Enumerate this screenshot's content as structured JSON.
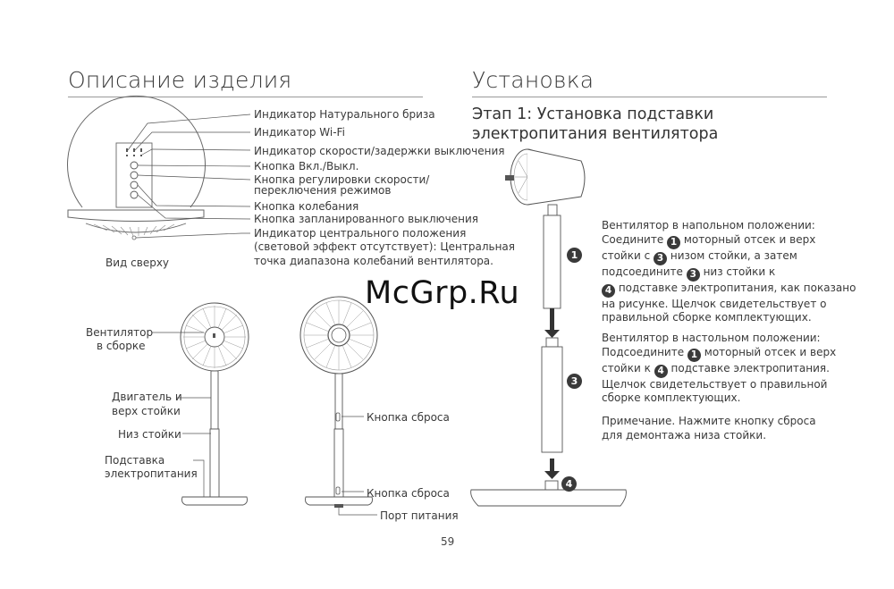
{
  "left": {
    "title": "Описание изделия",
    "top_view_caption": "Вид сверху",
    "top_labels": [
      "Индикатор Натурального бриза",
      "Индикатор Wi-Fi",
      "Индикатор скорости/задержки выключения",
      "Кнопка Вкл./Выкл.",
      "Кнопка регулировки скорости/",
      "переключения режимов",
      "Кнопка колебания",
      "Кнопка запланированного выключения",
      "Индикатор центрального положения",
      "(световой эффект отсутствует): Центральная",
      "точка диапазона колебаний вентилятора."
    ],
    "front_labels": [
      "Вентилятор",
      "в сборке",
      "Двигатель и",
      "верх стойки",
      "Низ стойки",
      "Подставка",
      "электропитания"
    ],
    "back_labels": {
      "reset_upper": "Кнопка сброса",
      "reset_lower": "Кнопка сброса",
      "power_port": "Порт питания"
    }
  },
  "right": {
    "title": "Установка",
    "step_title": "Этап 1: Установка подставки электропитания вентилятора",
    "callouts": {
      "n1": "1",
      "n3": "3",
      "n4": "4"
    },
    "floor": {
      "l1": "Вентилятор в напольном положении:",
      "l2a": "Соедините",
      "n1": "1",
      "l2b": "моторный отсек и верх",
      "l3a": "стойки с",
      "n3": "3",
      "l3b": "низом стойки, а затем",
      "l4a": "подсоедините",
      "n3b": "3",
      "l4b": "низ стойки к",
      "n4": "4",
      "l5b": "подставке электропитания, как показано",
      "l6": "на рисунке. Щелчок свидетельствует о",
      "l7": "правильной сборке комплектующих."
    },
    "table": {
      "l1": "Вентилятор в настольном положении:",
      "l2a": "Подсоедините",
      "n1": "1",
      "l2b": "моторный отсек и верх",
      "l3a": "стойки к",
      "n4": "4",
      "l3b": "подставке электропитания.",
      "l4": "Щелчок свидетельствует о правильной",
      "l5": "сборке комплектующих."
    },
    "note": {
      "l1": "Примечание. Нажмите кнопку сброса",
      "l2": "для демонтажа низа стойки."
    }
  },
  "watermark": "McGrp.Ru",
  "page_number": "59"
}
